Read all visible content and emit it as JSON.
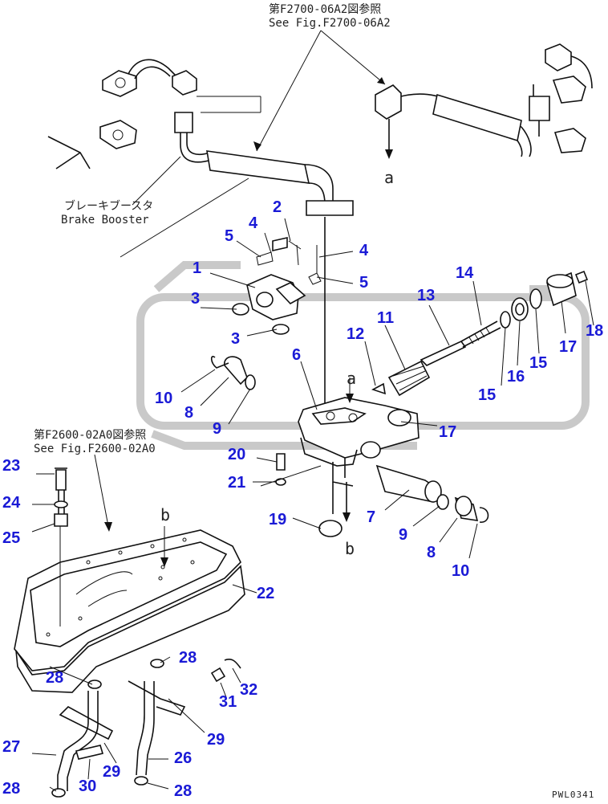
{
  "references": {
    "top_ja": "第F2700-06A2図参照",
    "top_en": "See Fig.F2700-06A2",
    "left_ja": "第F2600-02A0図参照",
    "left_en": "See Fig.F2600-02A0",
    "booster_ja": "ブレーキブースタ",
    "booster_en": "Brake Booster"
  },
  "connections": {
    "a1": "a",
    "a2": "a",
    "b1": "b",
    "b2": "b"
  },
  "labels": {
    "l1": "1",
    "l2": "2",
    "l3a": "3",
    "l3b": "3",
    "l4a": "4",
    "l4b": "4",
    "l5a": "5",
    "l5b": "5",
    "l6": "6",
    "l7": "7",
    "l8a": "8",
    "l8b": "8",
    "l9a": "9",
    "l9b": "9",
    "l10a": "10",
    "l10b": "10",
    "l11": "11",
    "l12": "12",
    "l13": "13",
    "l14": "14",
    "l15a": "15",
    "l15b": "15",
    "l16": "16",
    "l17a": "17",
    "l17b": "17",
    "l18": "18",
    "l19": "19",
    "l20": "20",
    "l21": "21",
    "l22": "22",
    "l23": "23",
    "l24": "24",
    "l25": "25",
    "l26": "26",
    "l27": "27",
    "l28a": "28",
    "l28b": "28",
    "l28c": "28",
    "l28d": "28",
    "l29a": "29",
    "l29b": "29",
    "l30": "30",
    "l31": "31",
    "l32": "32"
  },
  "page_code": "PWL0341",
  "colors": {
    "label": "#1a1ad6",
    "line": "#111111",
    "watermark": "#c9c9c9"
  }
}
